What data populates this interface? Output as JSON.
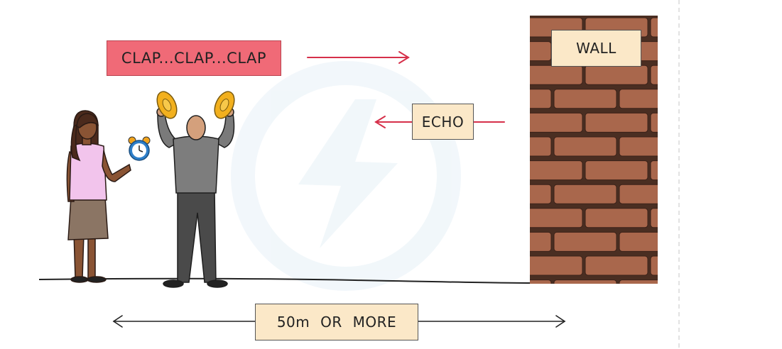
{
  "labels": {
    "clap": "CLAP...CLAP...CLAP",
    "wall": "WALL",
    "echo": "ECHO",
    "distance": "50m OR MORE"
  },
  "colors": {
    "clap_box": "#f06a77",
    "note_box": "#fbe8c8",
    "arrow": "#d6304a",
    "brick": "#a9674c",
    "mortar": "#4a2e22"
  },
  "icons": [
    "alarm-clock-icon",
    "cymbal-icon",
    "watermark-logo"
  ]
}
